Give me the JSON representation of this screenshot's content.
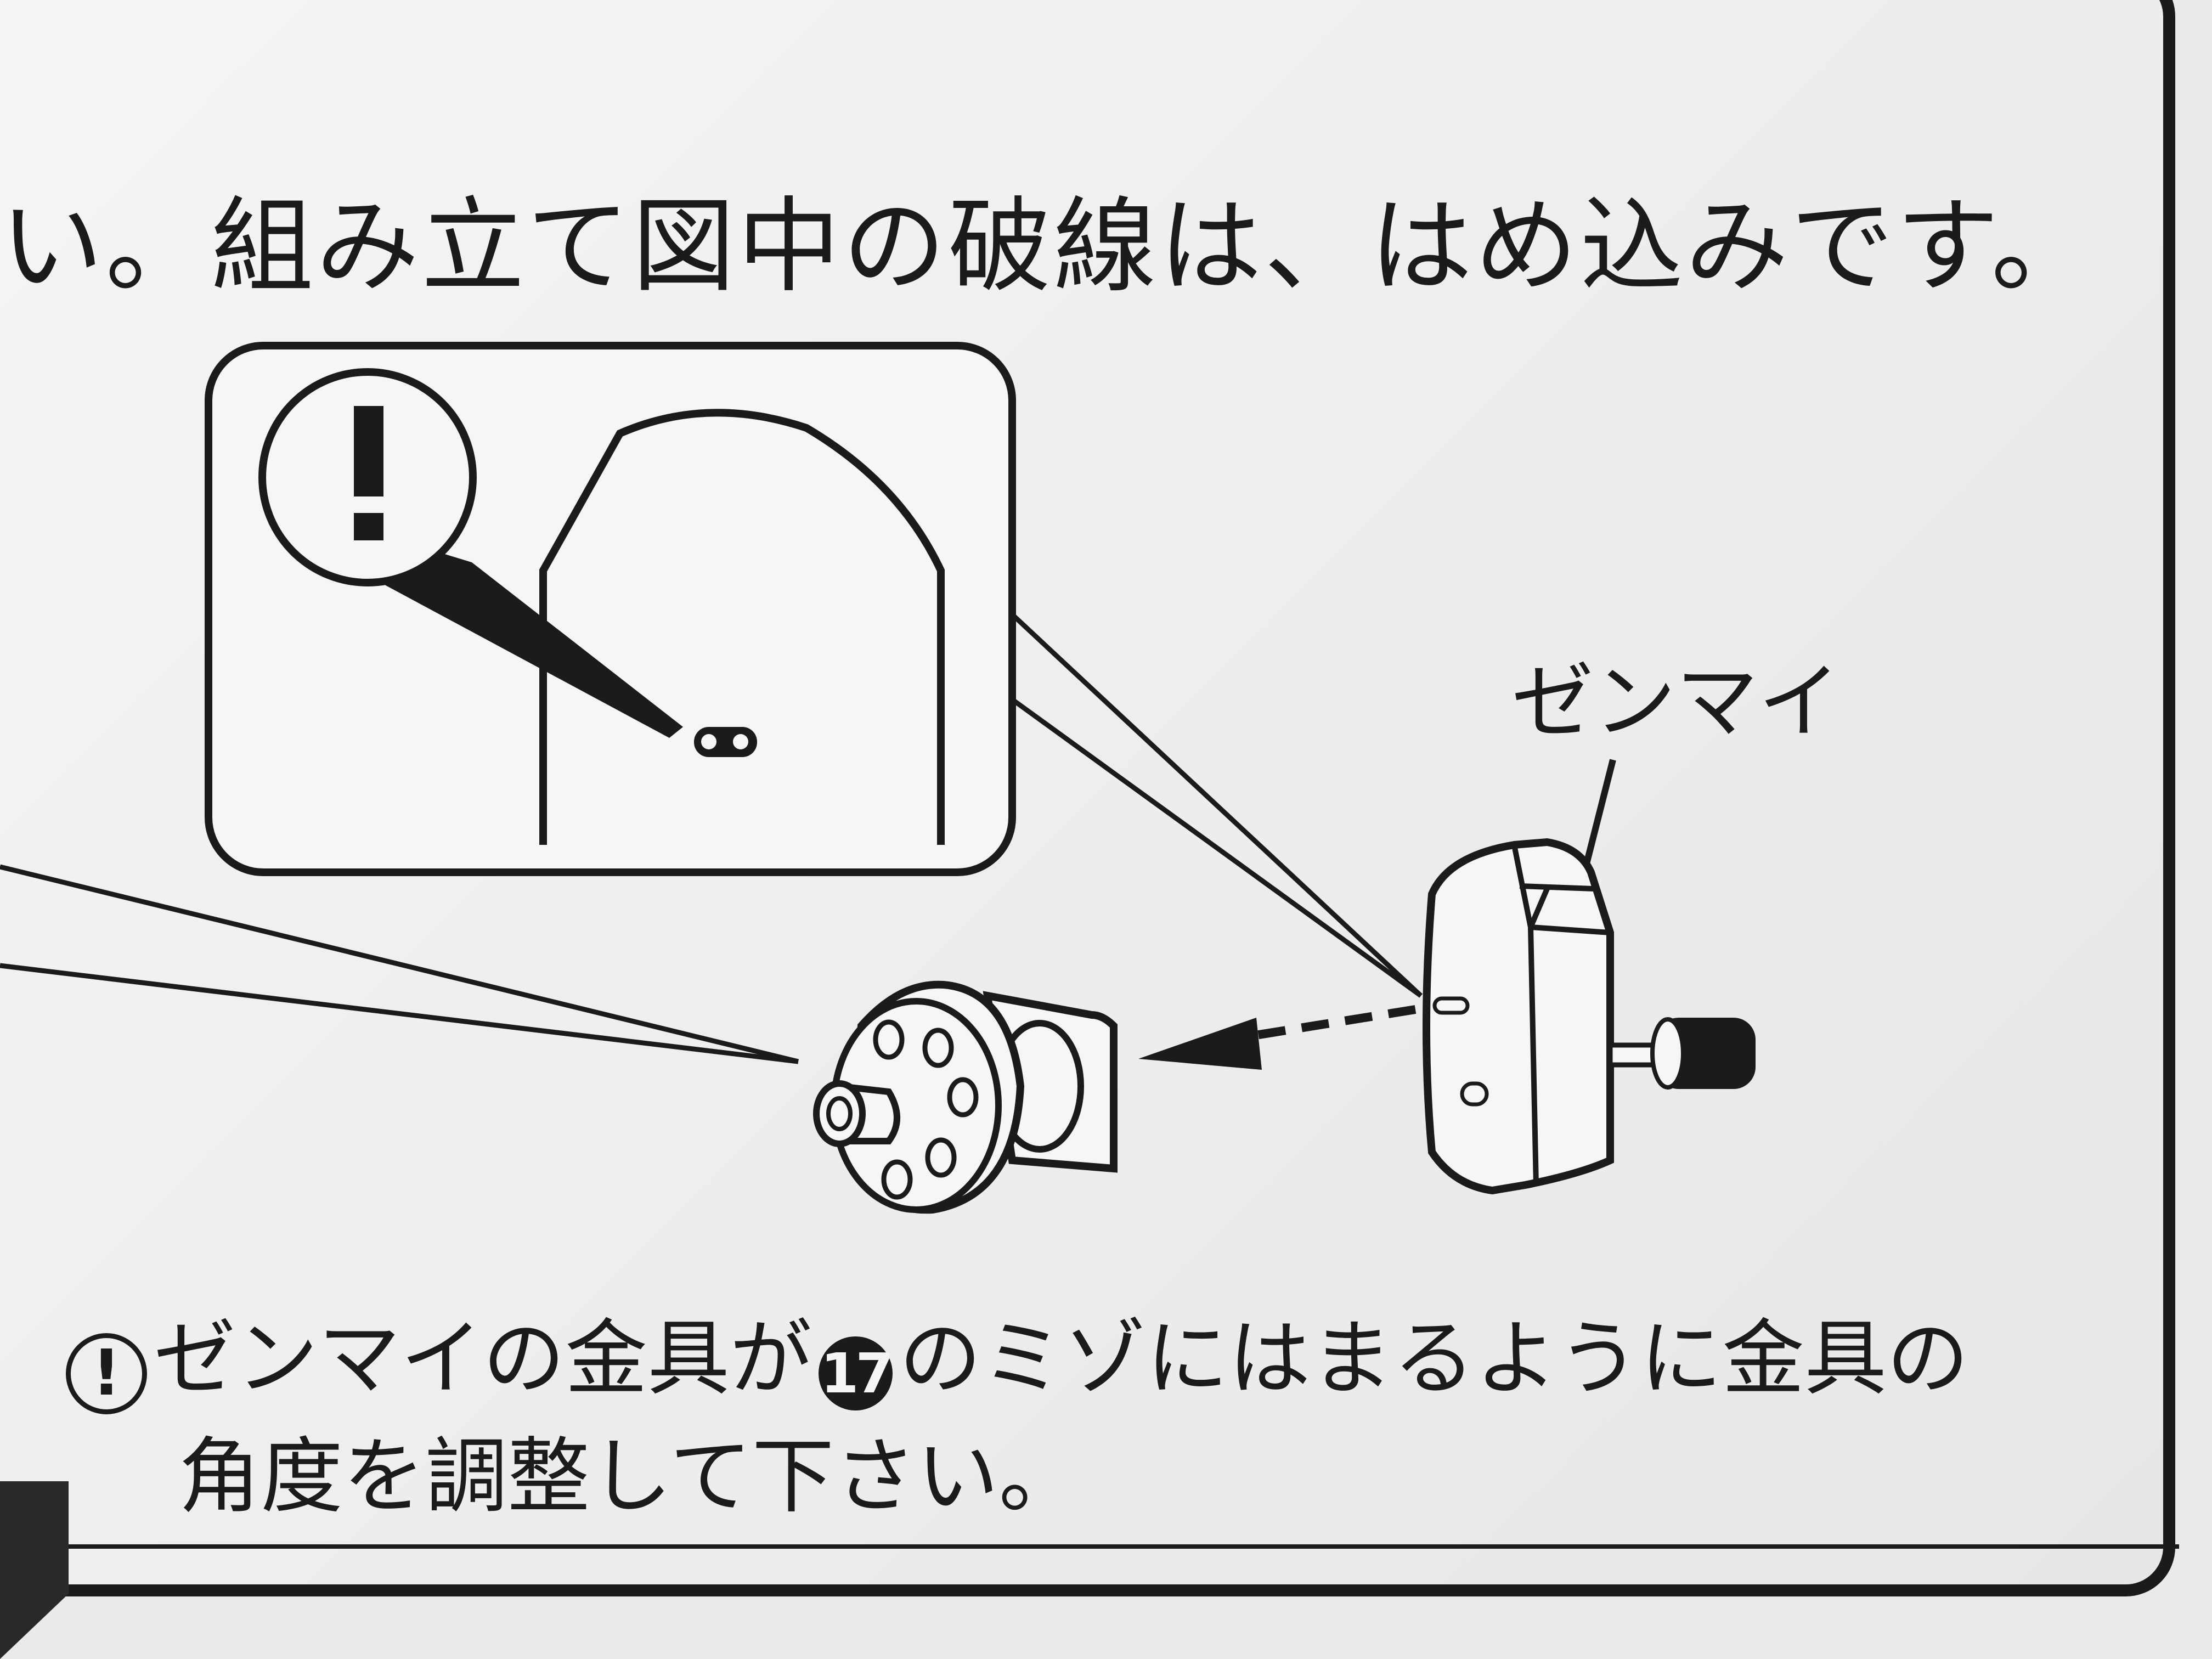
{
  "heading": "い。組み立て図中の破線は、はめ込みです。",
  "part_label": "ゼンマイ",
  "instruction": {
    "mark": "!",
    "before_badge": "ゼンマイの金具が",
    "part_number": "17",
    "after_badge": "のミゾにはまるように金具の",
    "line2": "角度を調整して下さい。"
  },
  "callout_mark": "!"
}
